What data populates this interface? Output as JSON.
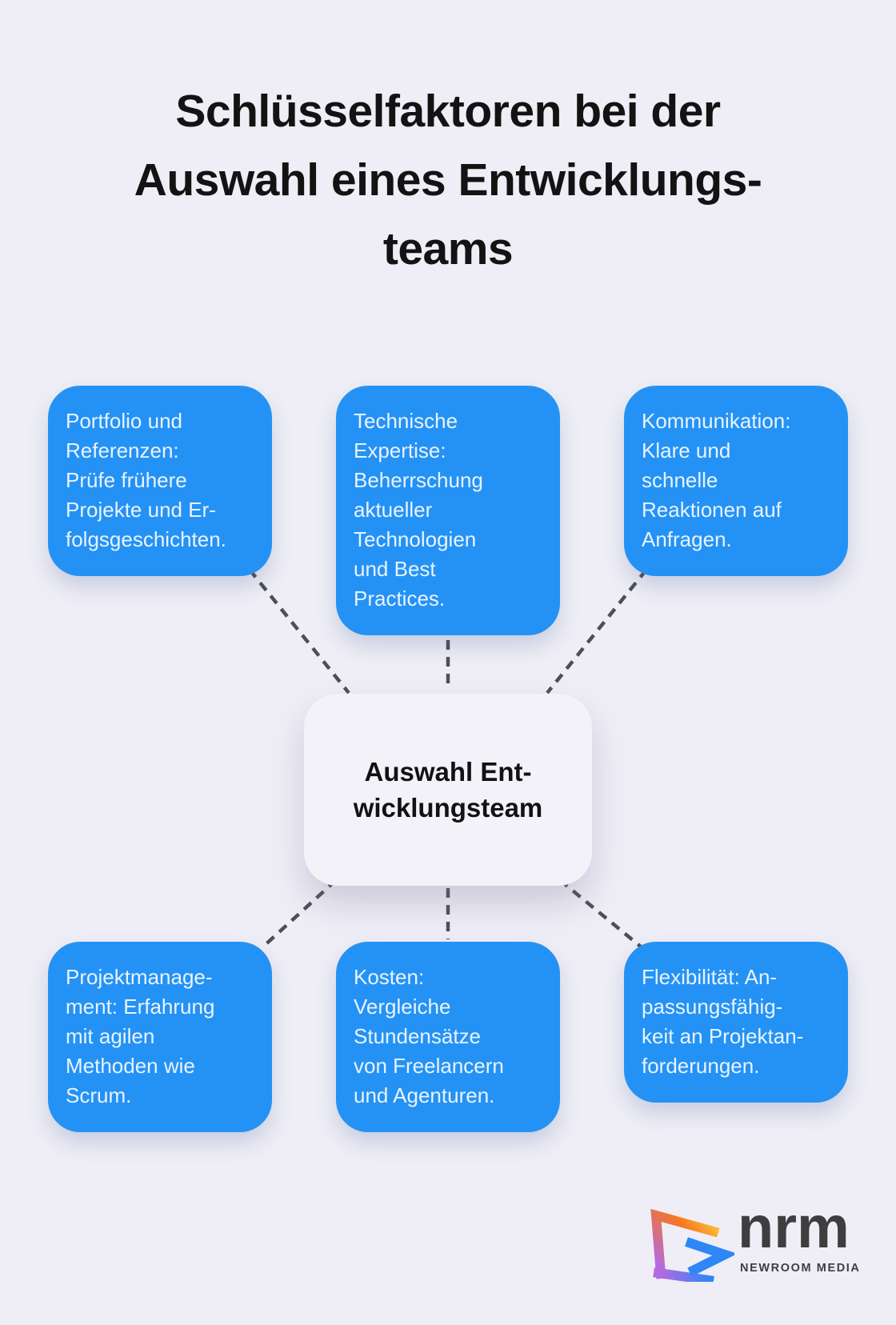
{
  "title": "Schlüsselfaktoren bei der\nAuswahl eines Entwicklungs-\nteams",
  "center": {
    "label": "Auswahl Ent-\nwicklungsteam"
  },
  "factors": [
    {
      "id": "portfolio",
      "text": "Portfolio und\nReferenzen:\nPrüfe frühere\nProjekte und Er-\nfolgsgeschichten."
    },
    {
      "id": "expertise",
      "text": "Technische\nExpertise:\nBeherrschung\naktueller\nTechnologien\nund Best\nPractices."
    },
    {
      "id": "kommunikation",
      "text": "Kommunikation:\nKlare und\nschnelle\nReaktionen auf\nAnfragen."
    },
    {
      "id": "projektmanagement",
      "text": "Projektmanage-\nment: Erfahrung\nmit agilen\nMethoden wie\nScrum."
    },
    {
      "id": "kosten",
      "text": "Kosten:\nVergleiche\nStundensätze\nvon Freelancern\nund Agenturen."
    },
    {
      "id": "flexibilitaet",
      "text": "Flexibilität: An-\npassungsfähig-\nkeit an Projektan-\nforderungen."
    }
  ],
  "logo": {
    "acronym": "nrm",
    "company": "NEWROOM MEDIA"
  },
  "colors": {
    "background": "#efeef6",
    "card_blue": "#2492f5",
    "card_text": "#e9f3fd",
    "center_bg": "#f3f2f9",
    "center_text": "#121212",
    "dashed_line": "#4f4f53",
    "title_text": "#131313",
    "logo_text": "#3e3e40",
    "logo_orange": "#f8761f",
    "logo_yellow": "#fcc63d",
    "logo_violet": "#b36ae2",
    "logo_blue": "#2e86f7"
  }
}
